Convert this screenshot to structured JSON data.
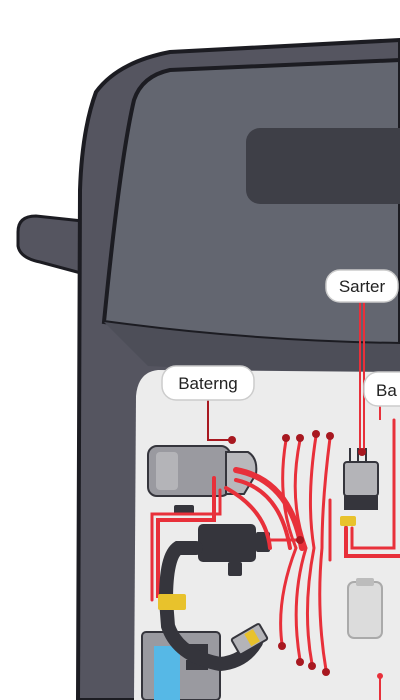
{
  "labels": {
    "sarter": "Sarter",
    "baterng": "Baterng",
    "ba": "Ba"
  },
  "colors": {
    "car_body": "#555560",
    "car_outline": "#1c1c22",
    "windshield": "#636670",
    "hood_panel": "#4d4e58",
    "engine_bay": "#ececec",
    "wire": "#e8303a",
    "wire_dark": "#a81820",
    "component_dark": "#35353c",
    "component_metal": "#9a9aa0",
    "connector_yellow": "#e8c22c",
    "battery_blue": "#56b8e6",
    "callout_fill": "#ffffff"
  },
  "icons": [
    "starter-motor-icon",
    "battery-icon",
    "relay-icon",
    "fuse-icon"
  ]
}
